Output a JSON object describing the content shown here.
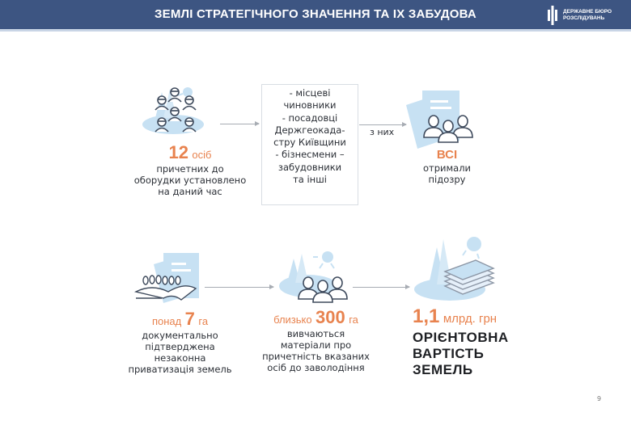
{
  "header": {
    "title": "ЗЕМЛІ СТРАТЕГІЧНОГО ЗНАЧЕННЯ ТА ІХ ЗАБУДОВА",
    "logo": {
      "line1": "ДЕРЖАВНЕ БЮРО",
      "line2": "РОЗСЛІДУВАНЬ",
      "icon": "dbr-emblem-icon"
    }
  },
  "colors": {
    "header_bg": "#3d5582",
    "accent_orange": "#e8834f",
    "icon_light_blue": "#c7e1f3",
    "icon_dark": "#3e4a5c",
    "arrow": "#a7acb3"
  },
  "row1": {
    "persons": {
      "icon": "group-of-people-icon",
      "number": "12",
      "unit": "осіб",
      "desc_lines": [
        "причетних до",
        "оборудки установлено",
        "на даний час"
      ]
    },
    "list": {
      "lines": [
        "- місцеві",
        "чиновники",
        "- посадовці",
        "Держгеокада-",
        "стру Київщини",
        "- бізнесмени –",
        "забудовники",
        "та інші"
      ]
    },
    "arrow_label": "з них",
    "suspects": {
      "icon": "documents-with-people-icon",
      "number": "ВСІ",
      "desc_lines": [
        "отримали",
        "підозру"
      ]
    }
  },
  "row2": {
    "privatized": {
      "icon": "handshake-document-icon",
      "prefix": "понад",
      "number": "7",
      "unit": "га",
      "desc_lines": [
        "документально",
        "підтверджена",
        "незаконна",
        "приватизація земель"
      ]
    },
    "investigated": {
      "icon": "landscape-people-icon",
      "prefix": "близько",
      "number": "300",
      "unit": "га",
      "desc_lines": [
        "вивчаються",
        "матеріали про",
        "причетність вказаних",
        "осіб до заволодіння"
      ]
    },
    "value": {
      "icon": "money-stack-landscape-icon",
      "number": "1,1",
      "unit": "млрд. грн",
      "caption_lines": [
        "ОРІЄНТОВНА",
        "ВАРТІСТЬ",
        "ЗЕМЕЛЬ"
      ]
    }
  },
  "footer": {
    "page_number": "9"
  }
}
